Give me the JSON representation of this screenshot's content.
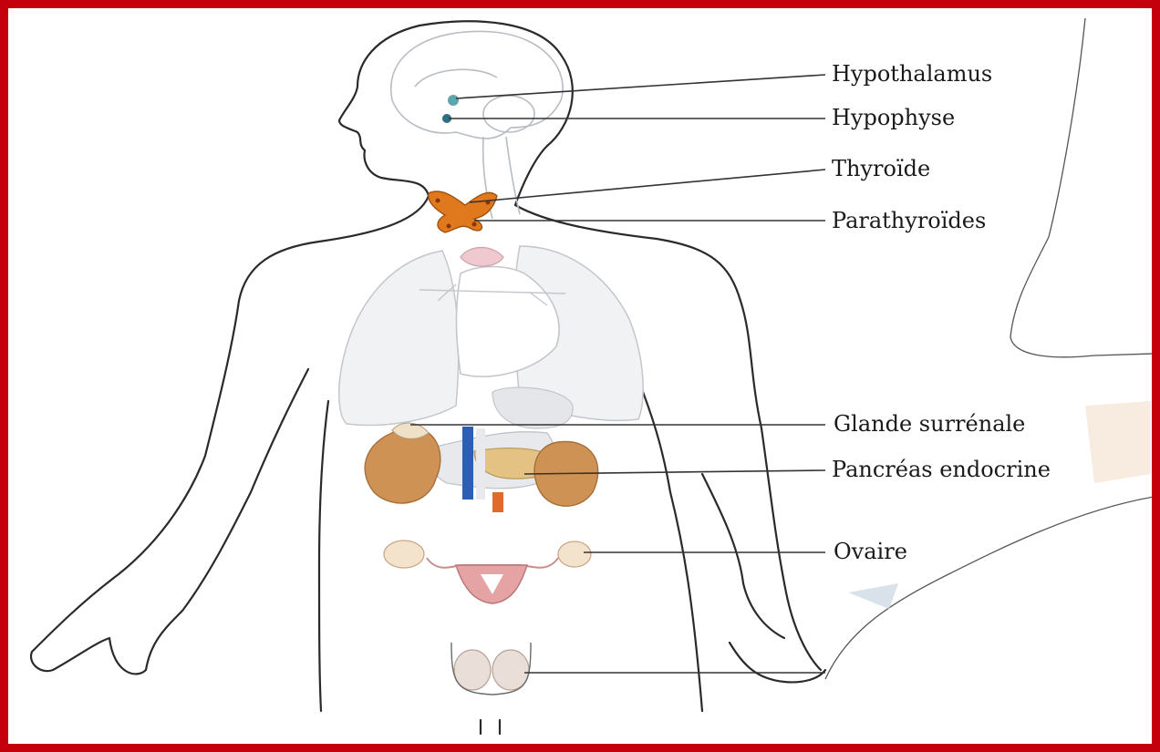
{
  "labels": {
    "hypothalamus": "Hypothalamus",
    "hypophyse": "Hypophyse",
    "thyroide": "Thyroïde",
    "parathyroides": "Parathyroïdes",
    "surrenale": "Glande surrénale",
    "pancreas": "Pancréas endocrine",
    "ovaire": "Ovaire"
  },
  "colors": {
    "frame": "#c4000c",
    "thyroid": "#e0781e",
    "kidney": "#cf9255",
    "pancreas": "#e3c283",
    "uterus": "#e6a3a3",
    "vein": "#2b5fb3",
    "artery": "#e06a2a"
  }
}
